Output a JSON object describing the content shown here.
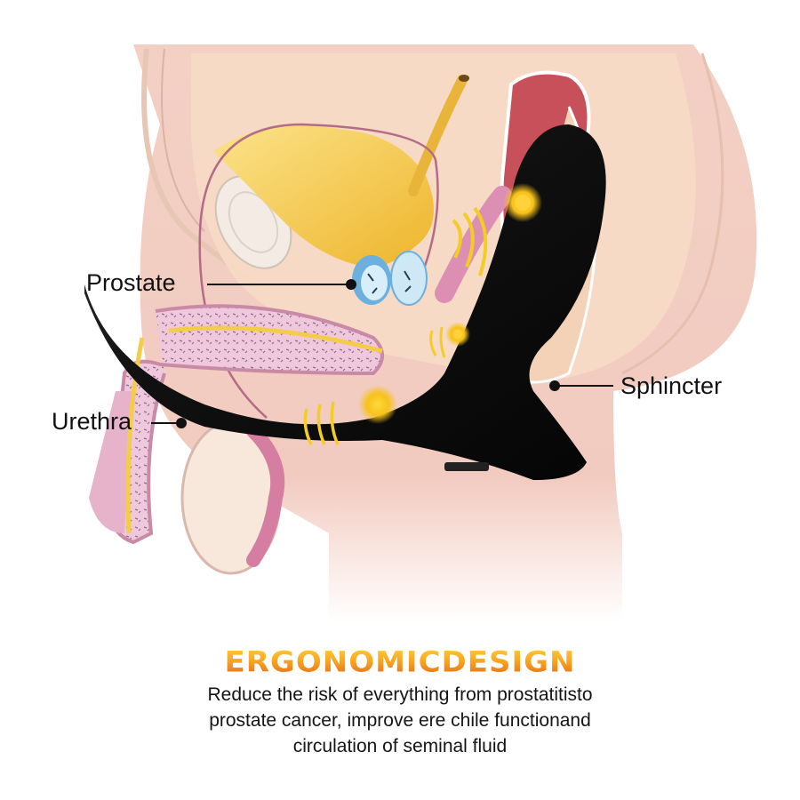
{
  "diagram": {
    "type": "anatomical-cross-section",
    "subject": "male pelvic anatomy with prostate massager device"
  },
  "labels": {
    "prostate": "Prostate",
    "urethra": "Urethra",
    "sphincter": "Sphincter"
  },
  "headline": "ERGONOMICDESIGN",
  "caption": {
    "line1": "Reduce the risk of everything from prostatitisto",
    "line2": "prostate cancer, improve ere chile functionand",
    "line3": "circulation of seminal fluid"
  },
  "colors": {
    "skin": "#f3cfc4",
    "inner_tissue": "#f7dfc4",
    "bladder": "#f4c542",
    "rectum": "#c8505b",
    "device": "#141414",
    "vibration_glow": "#f7c21b",
    "prostate_blue": "#6bb0de",
    "penile_tissue": "#ecc2d8",
    "headline_orange": "#f19a1c"
  }
}
